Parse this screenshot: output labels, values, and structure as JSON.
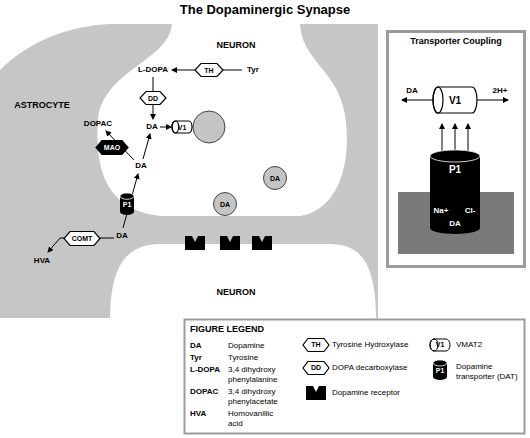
{
  "diagram": {
    "title": "The Dopaminergic Synapse",
    "nodes": [
      {
        "text": [
          "TH"
        ]
      },
      {
        "text": [
          "DD"
        ]
      },
      {
        "text": [
          "V1"
        ]
      },
      {
        "text": [
          "MAO"
        ]
      },
      {
        "text": [
          "P1"
        ]
      },
      {
        "text": [
          "DA"
        ]
      },
      {
        "text": [
          "DA"
        ]
      },
      {
        "text": [
          "COMT"
        ]
      },
      {
        "text": [
          "Transporter Coupling"
        ]
      },
      {
        "text": [
          "V1"
        ],
        "in": 8
      },
      {
        "text": [
          "P1"
        ],
        "in": 8
      },
      {
        "text": [
          "FIGURE LEGEND"
        ]
      }
    ],
    "labels": [
      "NEURON",
      "ASTROCYTE",
      "Tyr",
      "L-DOPA",
      "DOPAC",
      "DA",
      "DA",
      "DA",
      "HVA",
      "NEURON",
      "DA",
      "2H+",
      "Na+",
      "DA",
      "Cl-",
      "DA",
      "Dopamine",
      "Tyr",
      "Tyrosine",
      "L-DOPA",
      "3,4 dihydroxy phenylalanine",
      "DOPAC",
      "3,4 dihydroxy phenylacetate",
      "HVA",
      "Homovanillic acid",
      "TH",
      "DD",
      "V1",
      "P1"
    ],
    "legend": [
      {
        "text": "Tyrosine Hydroxylase"
      },
      {
        "text": "DOPA decarboxylase"
      },
      {
        "text": "Dopamine receptor"
      },
      {
        "text": "VMAT2"
      },
      {
        "text": "Dopamine transporter (DAT)"
      }
    ]
  }
}
